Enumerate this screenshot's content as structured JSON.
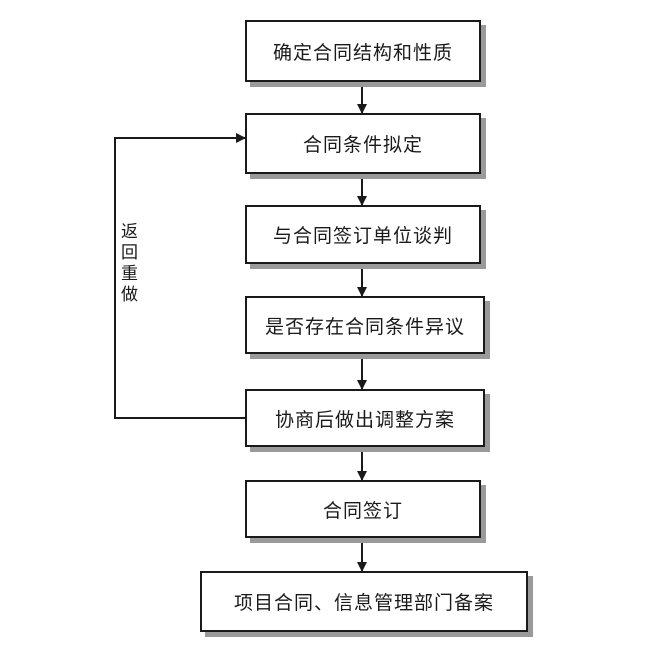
{
  "steps": [
    "确定合同结构和性质",
    "合同条件拟定",
    "与合同签订单位谈判",
    "是否存在合同条件异议",
    "协商后做出调整方案",
    "合同签订",
    "项目合同、信息管理部门备案"
  ],
  "loop_label": "返回重做",
  "colors": {
    "line": "#1a1a1a",
    "shadow": "#9a9a9a",
    "background": "#ffffff"
  }
}
